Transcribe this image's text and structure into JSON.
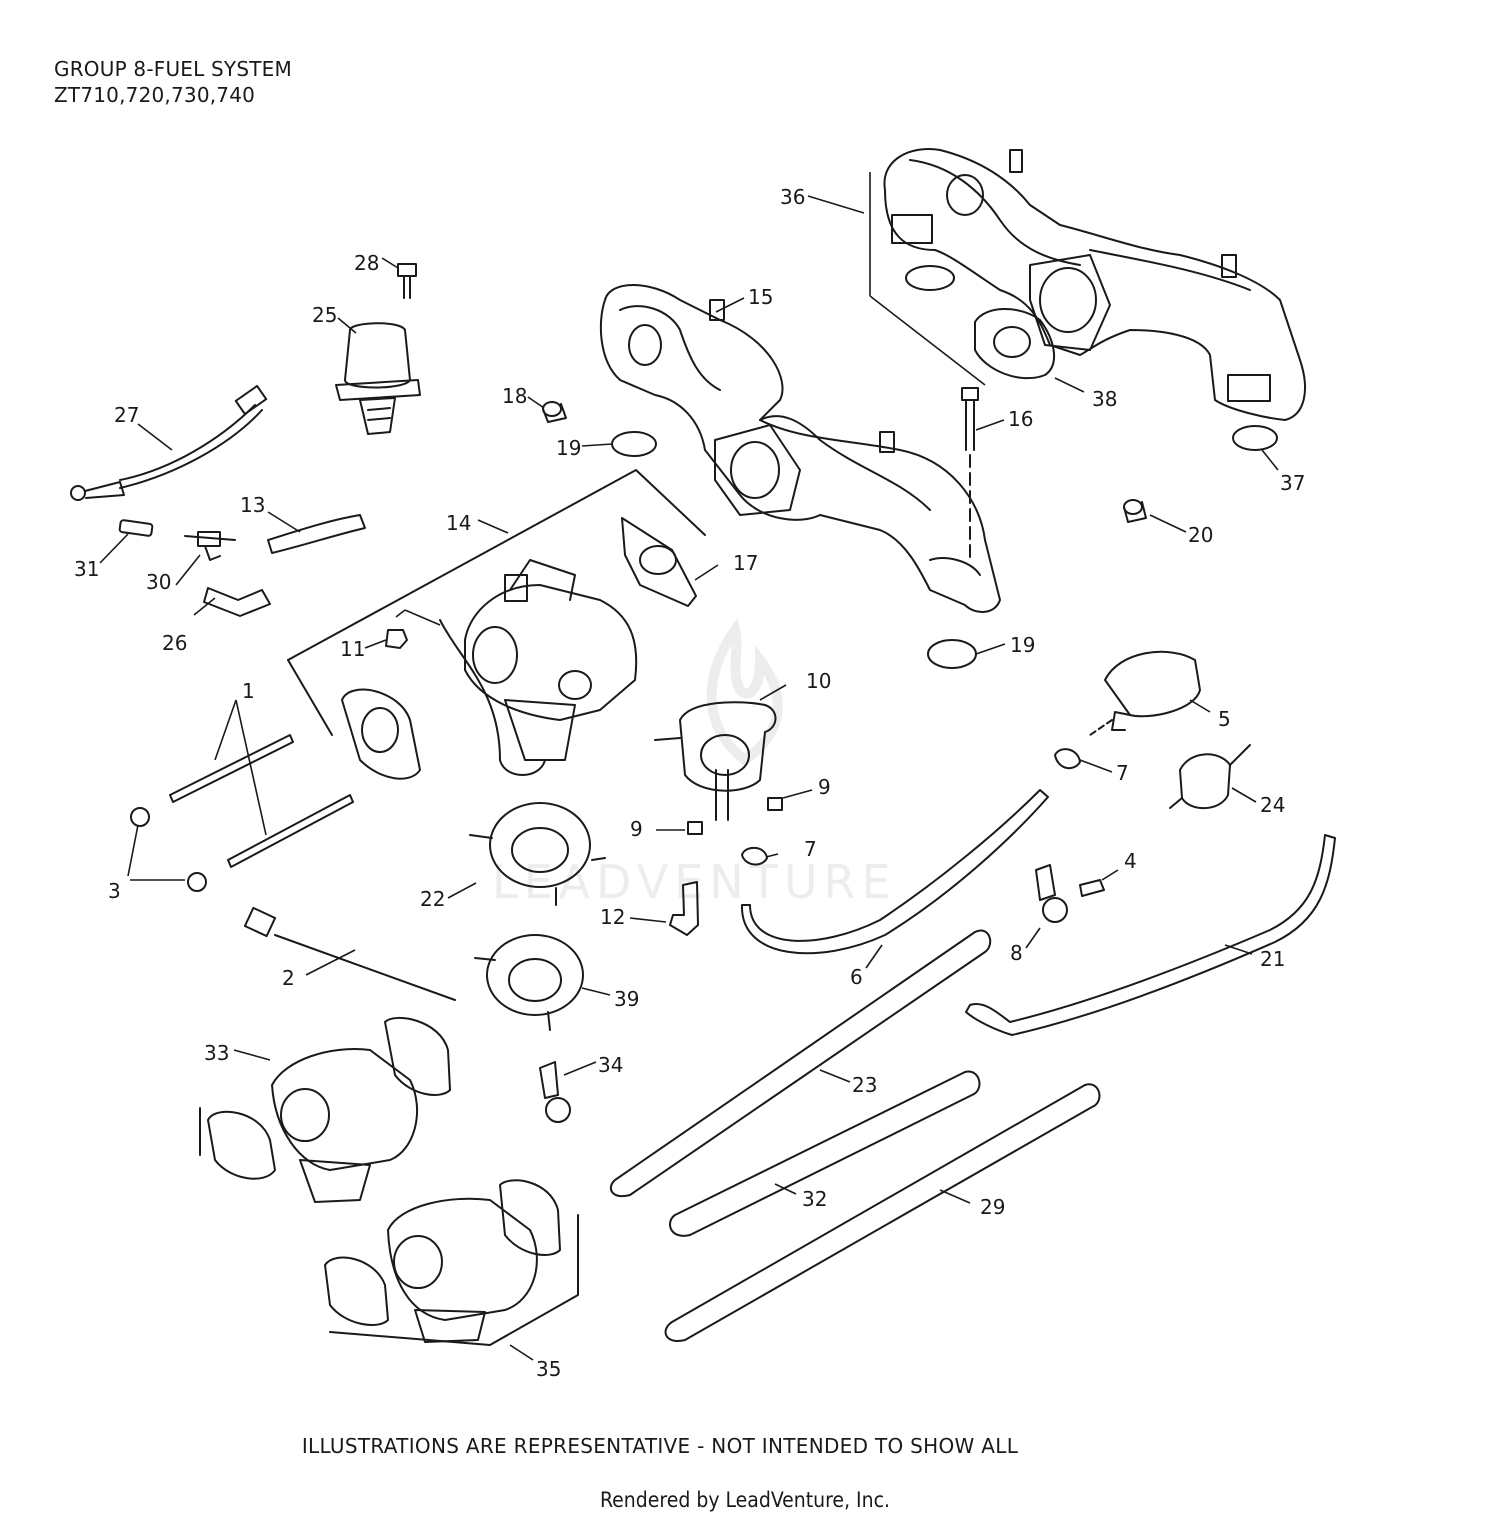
{
  "header": {
    "title": "GROUP 8-FUEL SYSTEM",
    "models": "ZT710,720,730,740"
  },
  "footer": {
    "disclaimer": "ILLUSTRATIONS ARE REPRESENTATIVE - NOT INTENDED TO SHOW ALL",
    "credit": "Rendered by LeadVenture, Inc."
  },
  "watermark": "LEADVENTURE",
  "callouts": {
    "c1": "1",
    "c2": "2",
    "c3": "3",
    "c4": "4",
    "c5": "5",
    "c6": "6",
    "c7a": "7",
    "c7b": "7",
    "c8": "8",
    "c9a": "9",
    "c9b": "9",
    "c10": "10",
    "c11": "11",
    "c12": "12",
    "c13": "13",
    "c14": "14",
    "c15": "15",
    "c16": "16",
    "c17": "17",
    "c18": "18",
    "c19a": "19",
    "c19b": "19",
    "c20": "20",
    "c21": "21",
    "c22": "22",
    "c23": "23",
    "c24": "24",
    "c25": "25",
    "c26": "26",
    "c27": "27",
    "c28": "28",
    "c29": "29",
    "c30": "30",
    "c31": "31",
    "c32": "32",
    "c33": "33",
    "c34": "34",
    "c35": "35",
    "c36": "36",
    "c37": "37",
    "c38": "38",
    "c39": "39"
  }
}
